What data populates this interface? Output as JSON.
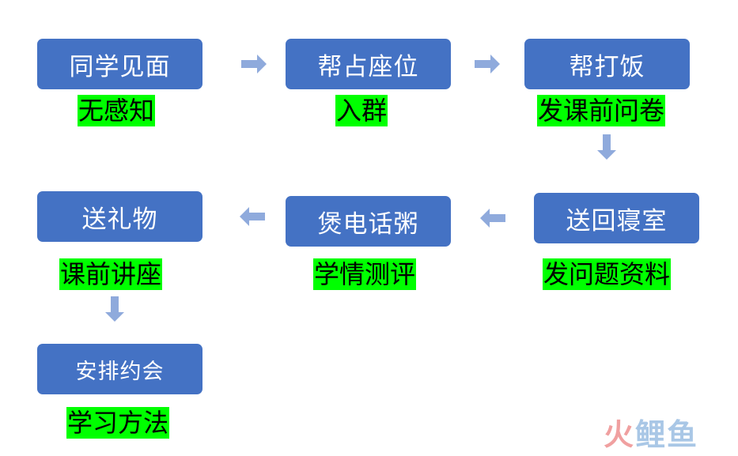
{
  "flow": {
    "row1": {
      "box1": "同学见面",
      "label1": "无感知",
      "box2": "帮占座位",
      "label2": "入群",
      "box3": "帮打饭",
      "label3": "发课前问卷"
    },
    "row2": {
      "box4": "送回寝室",
      "label4": "发问题资料",
      "box5": "煲电话粥",
      "label5": "学情测评",
      "box6": "送礼物",
      "label6": "课前讲座"
    },
    "row3": {
      "box7": "安排约会",
      "label7": "学习方法"
    }
  },
  "watermark": {
    "part1": "火",
    "part2": "鲤鱼"
  },
  "colors": {
    "box": "#4472C4",
    "highlight": "#00FF00",
    "arrow": "#8FAADC"
  }
}
